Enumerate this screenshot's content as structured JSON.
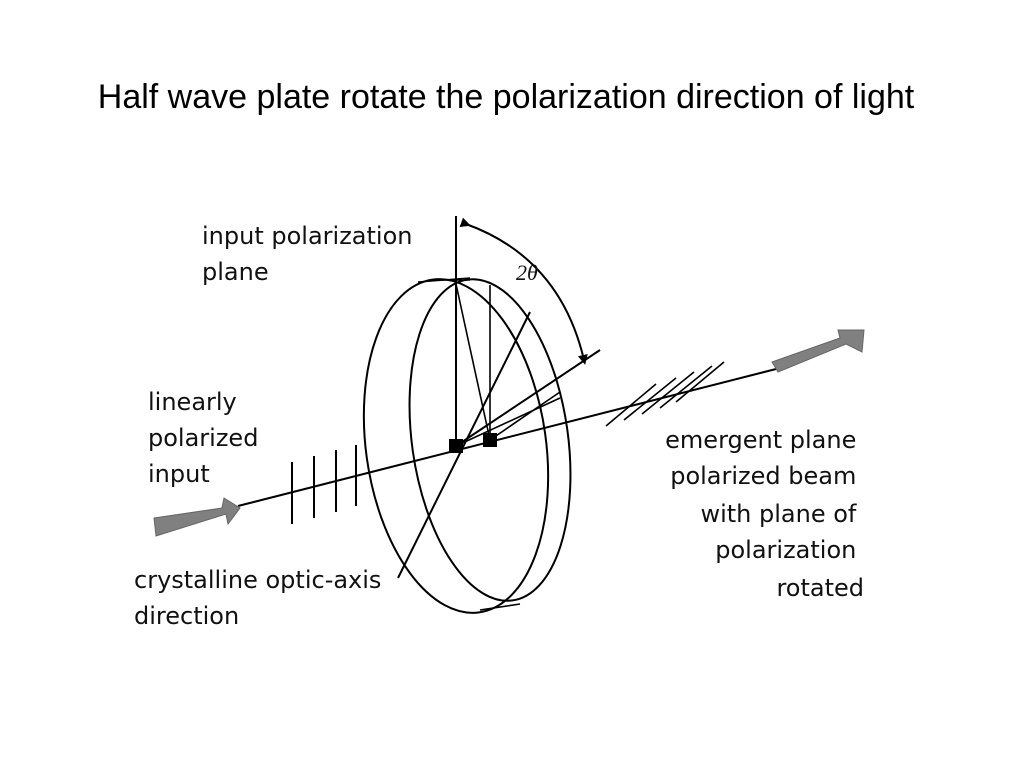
{
  "title": "Half wave plate rotate the polarization direction of light",
  "labels": {
    "input_polarization_plane": [
      "input polarization",
      "plane"
    ],
    "angle": "2θ",
    "linearly_polarized_input": [
      "linearly",
      "polarized",
      "input"
    ],
    "emergent_beam": [
      "emergent plane",
      "polarized beam",
      "with plane of",
      "polarization",
      "rotated"
    ],
    "optic_axis": [
      "crystalline optic-axis",
      "direction"
    ]
  },
  "colors": {
    "line": "#000000",
    "beam_arrow": "#808080",
    "text": "#111111"
  }
}
